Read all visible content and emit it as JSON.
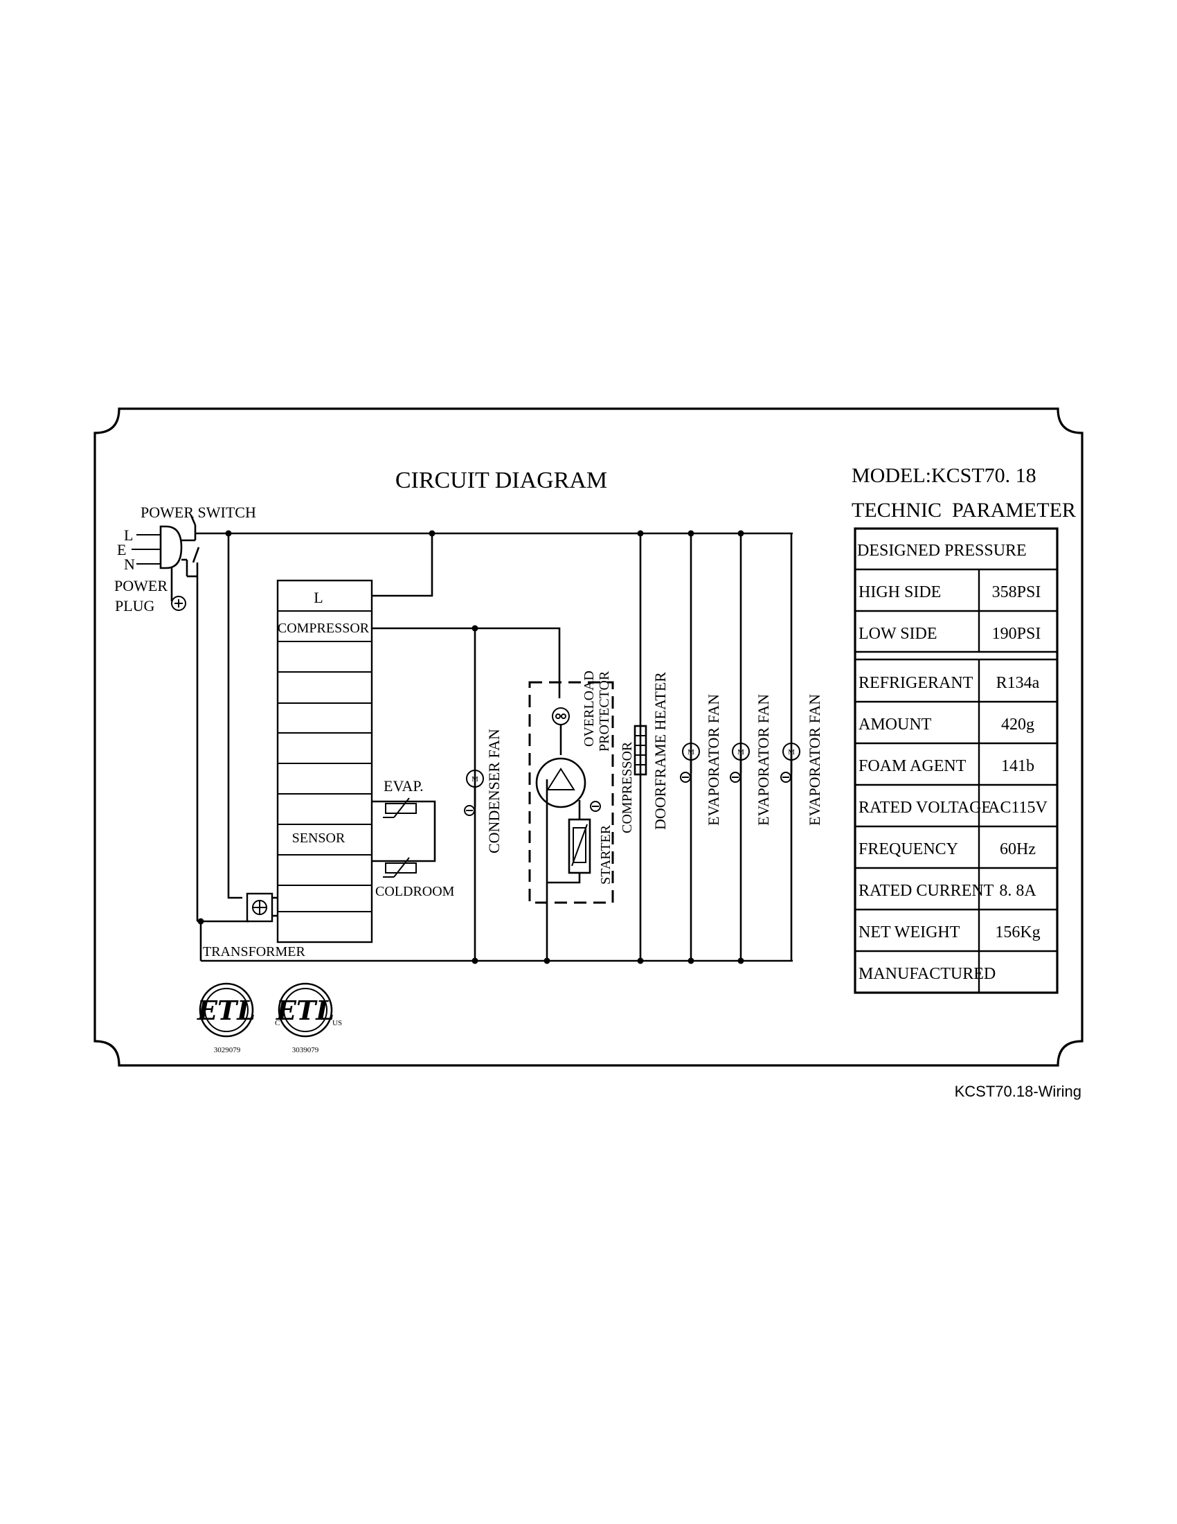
{
  "title": "CIRCUIT DIAGRAM",
  "model": "MODEL:KCST70. 18",
  "technic_heading": "TECHNIC  PARAMETER",
  "caption": "KCST70.18-Wiring",
  "plug": {
    "power_switch": "POWER SWITCH",
    "l": "L",
    "e": "E",
    "n": "N",
    "power": "POWER",
    "plug": "PLUG"
  },
  "controller": {
    "l": "L",
    "compressor": "COMPRESSOR",
    "sensor": "SENSOR",
    "evap": "EVAP.",
    "coldroom": "COLDROOM",
    "transformer": "TRANSFORMER"
  },
  "loads": {
    "condenser_fan": "CONDENSER FAN",
    "overload_protector_1": "OVERLOAD",
    "overload_protector_2": "PROTECTOR",
    "compressor": "COMPRESSOR",
    "starter": "STARTER",
    "doorframe_heater": "DOORFRAME HEATER",
    "evaporator_fan": "EVAPORATOR FAN",
    "motor_symbol": "M"
  },
  "parameters": {
    "designed_pressure": "DESIGNED PRESSURE",
    "pressure_rows": [
      {
        "label": "HIGH SIDE",
        "value": "358PSI"
      },
      {
        "label": "LOW SIDE",
        "value": "190PSI"
      }
    ],
    "rows": [
      {
        "label": "REFRIGERANT",
        "value": "R134a"
      },
      {
        "label": "AMOUNT",
        "value": "420g"
      },
      {
        "label": "FOAM AGENT",
        "value": "141b"
      },
      {
        "label": "RATED VOLTAGE",
        "value": "AC115V"
      },
      {
        "label": "FREQUENCY",
        "value": "60Hz"
      },
      {
        "label": "RATED CURRENT",
        "value": "8. 8A"
      },
      {
        "label": "NET WEIGHT",
        "value": "156Kg"
      },
      {
        "label": "MANUFACTURED",
        "value": ""
      }
    ]
  },
  "certifications": [
    {
      "mark": "ETL",
      "number": "3029079",
      "prefix": "",
      "suffix": ""
    },
    {
      "mark": "ETL",
      "number": "3039079",
      "prefix": "C",
      "suffix": "US"
    }
  ]
}
